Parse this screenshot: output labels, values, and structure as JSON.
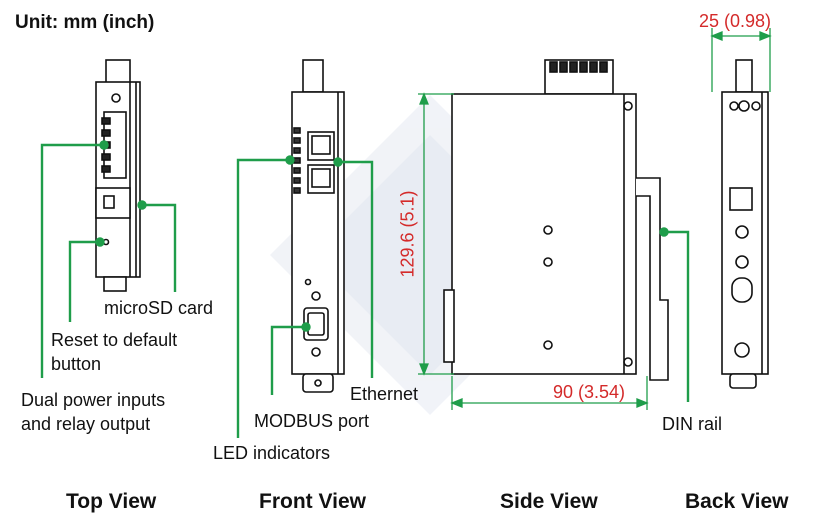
{
  "unit_label": "Unit: mm (inch)",
  "dimensions": {
    "width_back": "25 (0.98)",
    "height_side": "129.6 (5.1)",
    "depth_side": "90 (3.54)"
  },
  "callouts": {
    "microsd": "microSD card",
    "reset_line1": "Reset to default",
    "reset_line2": "button",
    "power_line1": "Dual power inputs",
    "power_line2": "and relay output",
    "led": "LED indicators",
    "modbus": "MODBUS port",
    "ethernet": "Ethernet",
    "din_rail": "DIN rail"
  },
  "views": {
    "top": "Top View",
    "front": "Front View",
    "side": "Side View",
    "back": "Back View"
  },
  "colors": {
    "callout_line": "#1f9d4a",
    "dimension_text": "#d42a2a",
    "outline": "#111111",
    "watermark": "#dde3ee"
  }
}
